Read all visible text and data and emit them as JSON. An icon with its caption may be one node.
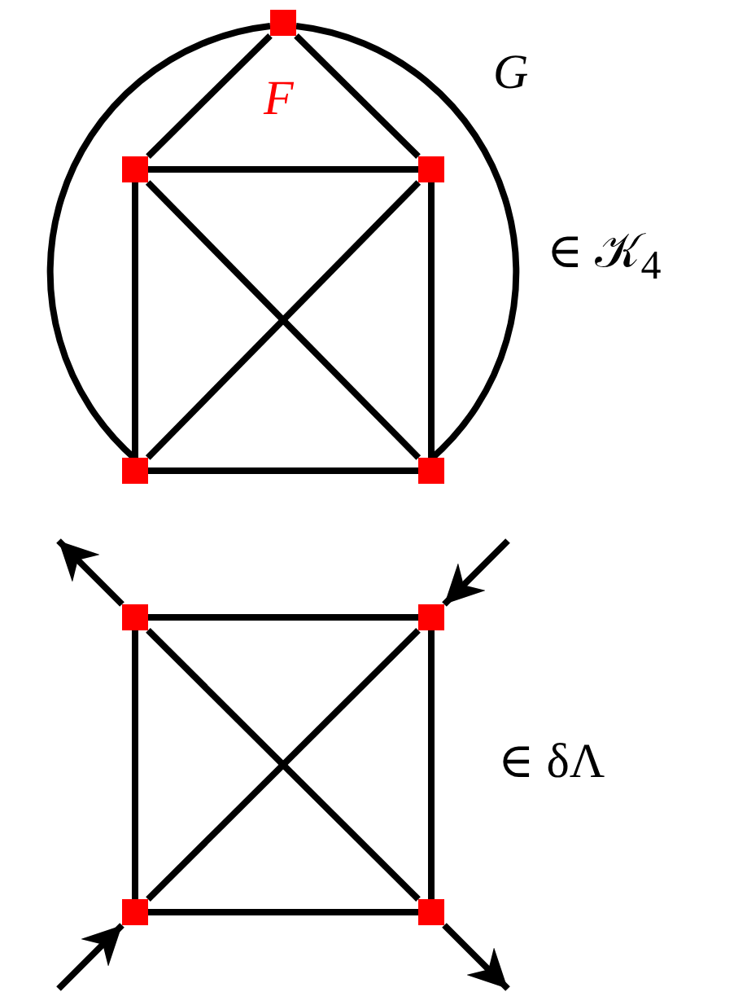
{
  "diagram": {
    "nodes": [
      {
        "text": [],
        "shape": "box",
        "beside": [
          "F"
        ]
      },
      {
        "text": [],
        "shape": "box"
      },
      {
        "text": [],
        "shape": "box"
      },
      {
        "text": [],
        "shape": "box"
      },
      {
        "text": [],
        "shape": "box"
      },
      {
        "text": [],
        "shape": "box"
      },
      {
        "text": [],
        "shape": "box"
      },
      {
        "text": [],
        "shape": "box"
      },
      {
        "text": [],
        "shape": "box"
      }
    ],
    "edges": [
      {
        "from": 0,
        "to": 1,
        "arrow": "none"
      },
      {
        "from": 0,
        "to": 2,
        "arrow": "none"
      },
      {
        "from": 1,
        "to": 2,
        "arrow": "none"
      },
      {
        "from": 1,
        "to": 3,
        "arrow": "none"
      },
      {
        "from": 2,
        "to": 4,
        "arrow": "none"
      },
      {
        "from": 3,
        "to": 4,
        "arrow": "none"
      },
      {
        "from": 1,
        "to": 4,
        "arrow": "none"
      },
      {
        "from": 2,
        "to": 3,
        "arrow": "none"
      },
      {
        "from": 0,
        "to": 3,
        "arrow": "none"
      },
      {
        "from": 0,
        "to": 4,
        "arrow": "none"
      },
      {
        "from": 5,
        "to": 6,
        "arrow": "none"
      },
      {
        "from": 5,
        "to": 7,
        "arrow": "none"
      },
      {
        "from": 6,
        "to": 8,
        "arrow": "none"
      },
      {
        "from": 7,
        "to": 8,
        "arrow": "none"
      },
      {
        "from": 5,
        "to": 8,
        "arrow": "none"
      },
      {
        "from": 6,
        "to": 7,
        "arrow": "none"
      },
      {
        "from": 5,
        "to": null,
        "arrow": "to"
      },
      {
        "from": null,
        "to": 6,
        "arrow": "to"
      },
      {
        "from": null,
        "to": 7,
        "arrow": "to"
      },
      {
        "from": 8,
        "to": null,
        "arrow": "to"
      }
    ],
    "labels": [
      "G",
      "∈ 𝒦$_{4}$",
      "∈ δΛ"
    ]
  }
}
